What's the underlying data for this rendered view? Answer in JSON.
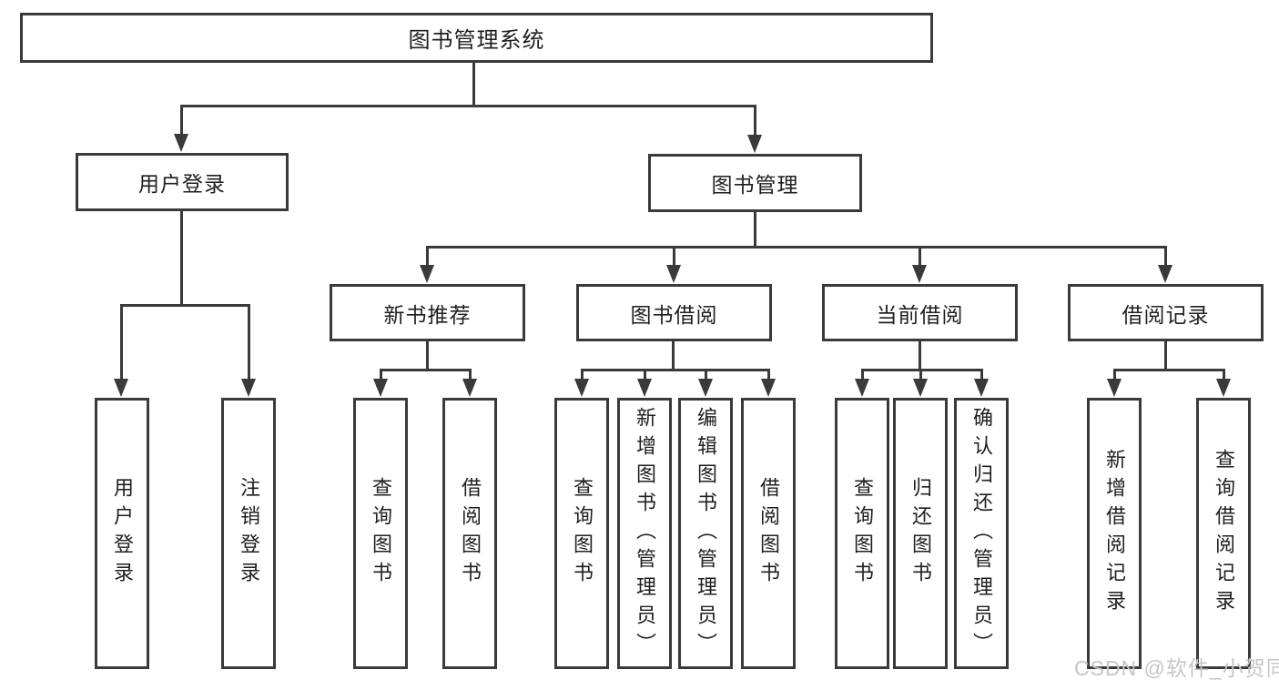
{
  "tree": {
    "root": {
      "label": "图书管理系统"
    },
    "branches": [
      {
        "label": "用户登录",
        "leaves": [
          "用户登录",
          "注销登录"
        ]
      },
      {
        "label": "图书管理",
        "groups": [
          {
            "label": "新书推荐",
            "leaves": [
              "查询图书",
              "借阅图书"
            ]
          },
          {
            "label": "图书借阅",
            "leaves": [
              "查询图书",
              "新增图书（管理员）",
              "编辑图书（管理员）",
              "借阅图书"
            ]
          },
          {
            "label": "当前借阅",
            "leaves": [
              "查询图书",
              "归还图书",
              "确认归还（管理员）"
            ]
          },
          {
            "label": "借阅记录",
            "leaves": [
              "新增借阅记录",
              "查询借阅记录"
            ]
          }
        ]
      }
    ]
  },
  "watermark": "CSDN @软件_小贺同学",
  "colors": {
    "line": "#3a3a3a",
    "text": "#1f1f1f",
    "watermark": "#c6c6c6",
    "background": "#ffffff"
  }
}
